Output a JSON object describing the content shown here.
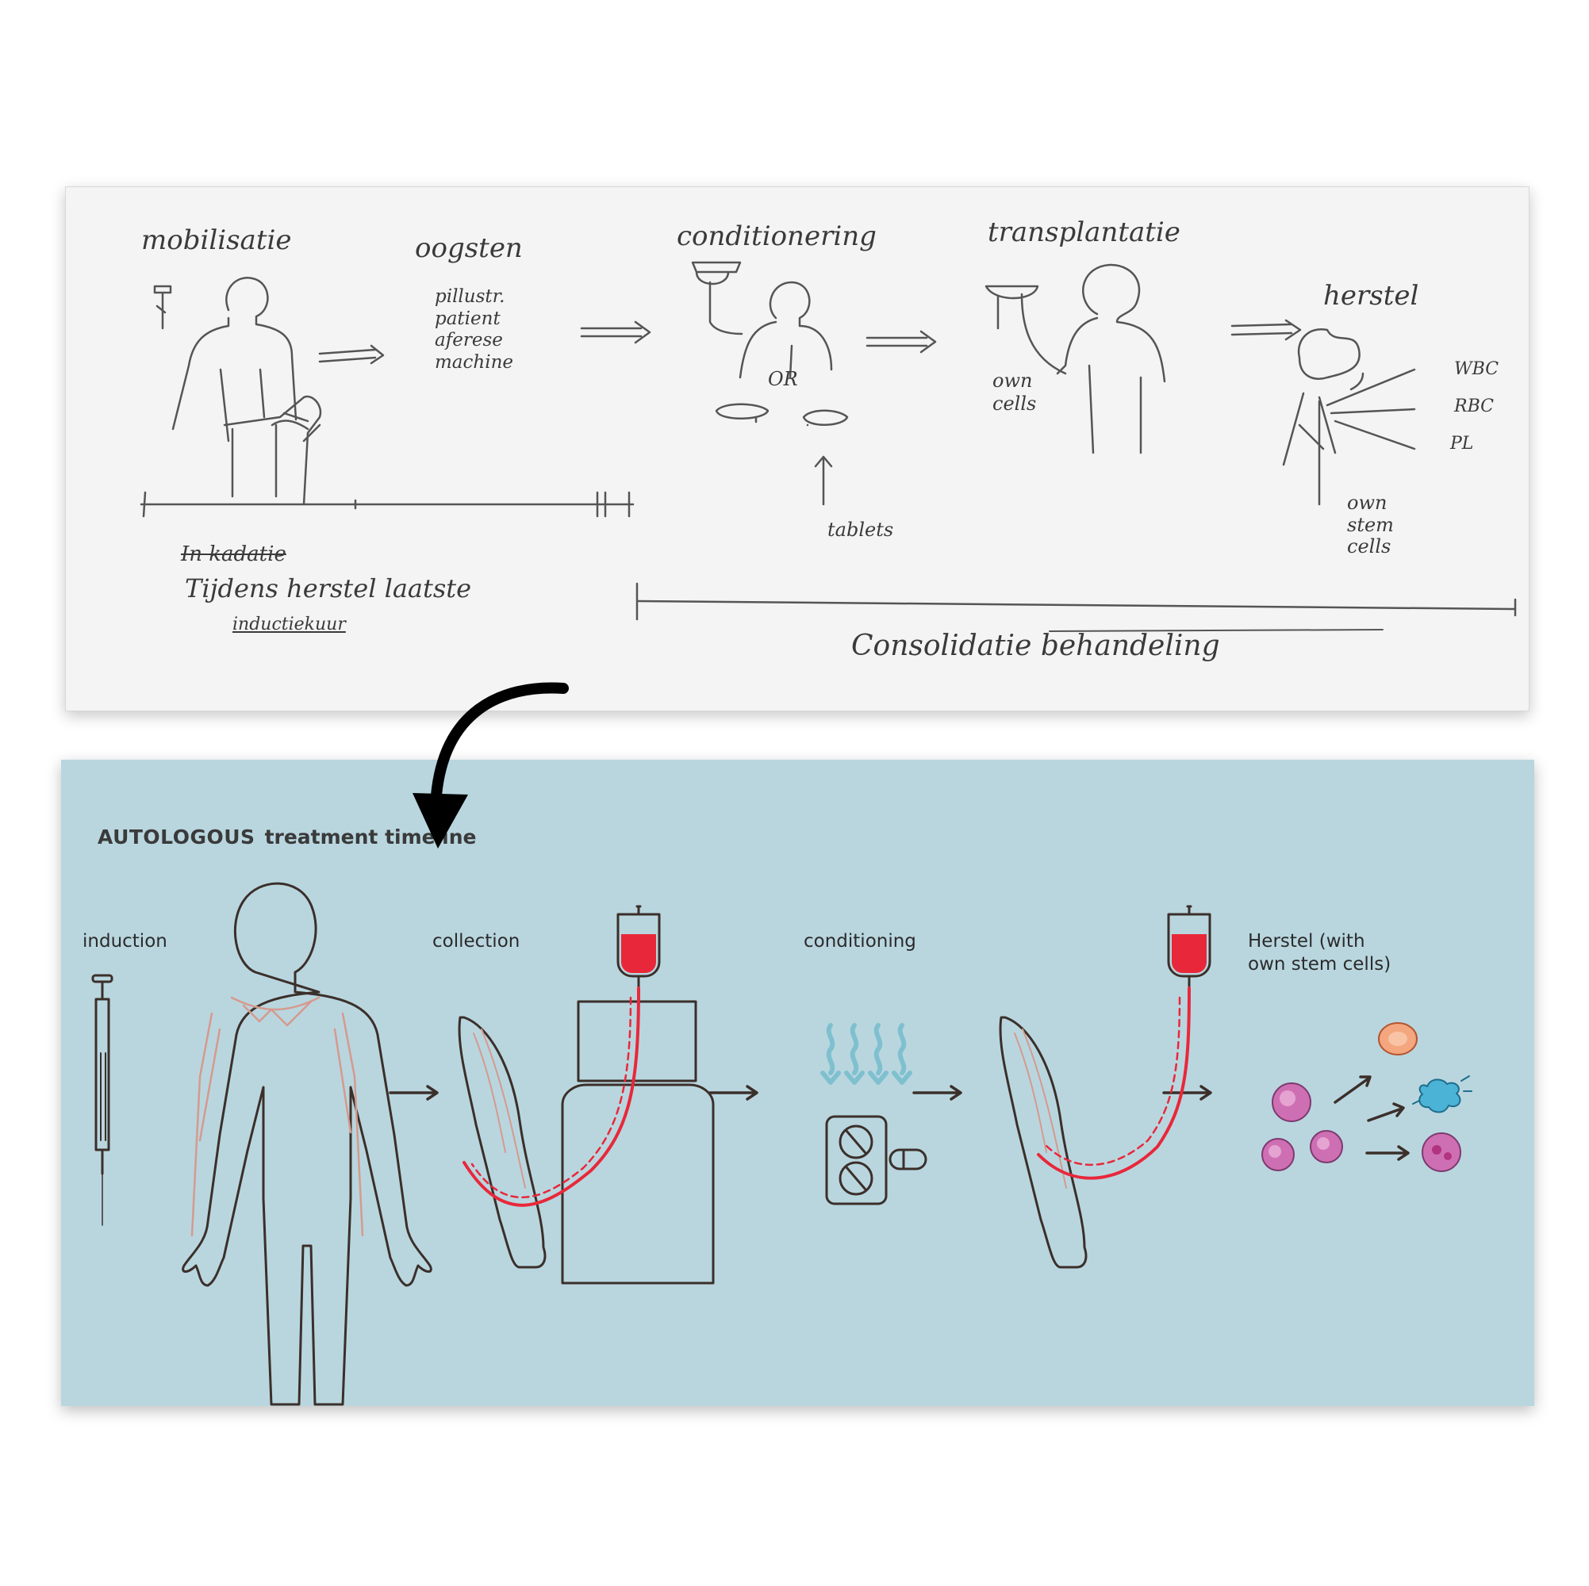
{
  "sketch": {
    "steps": [
      {
        "id": "mobilisatie",
        "label": "mobilisatie"
      },
      {
        "id": "oogsten",
        "label": "oogsten"
      },
      {
        "id": "conditionering",
        "label": "conditionering"
      },
      {
        "id": "transplantatie",
        "label": "transplantatie"
      },
      {
        "id": "herstel",
        "label": "herstel"
      }
    ],
    "oogsten_notes": "pillustr.\npatient\naferese\nmachine",
    "or_label": "OR",
    "tablets_label": "tablets",
    "own_cells_label": "own\ncells",
    "cell_labels": [
      "WBC",
      "RBC",
      "PL"
    ],
    "own_stem_cells_label": "own\nstem\ncells",
    "timeline_crossed": "In kadatie",
    "timeline_label": "Tijdens herstel laatste",
    "timeline_sub": "inductiekuur",
    "consolidation_label": "Consolidatie behandeling"
  },
  "final": {
    "title_bold": "AUTOLOGOUS",
    "title_rest": "treatment timeline",
    "steps": [
      {
        "id": "induction",
        "label": "induction"
      },
      {
        "id": "collection",
        "label": "collection"
      },
      {
        "id": "conditioning",
        "label": "conditioning"
      },
      {
        "id": "herstel",
        "label": "Herstel (with\nown stem cells)"
      }
    ]
  },
  "colors": {
    "panel_bg": "#b9d6df",
    "sketch_bg": "#f4f4f4",
    "line": "#3b2f2a",
    "blood": "#e8283a",
    "vein": "#d59a8e",
    "heat": "#7fc0cf",
    "purple_cell": "#cf6fb3",
    "rbc": "#f4a77f",
    "blue_cell": "#4bb3d6"
  },
  "icons": [
    "syringe-icon",
    "iv-bag-icon",
    "apheresis-machine-icon",
    "pill-pack-icon",
    "heat-waves-icon",
    "stem-cell-icon",
    "arrow-right-icon",
    "curved-arrow-icon"
  ]
}
